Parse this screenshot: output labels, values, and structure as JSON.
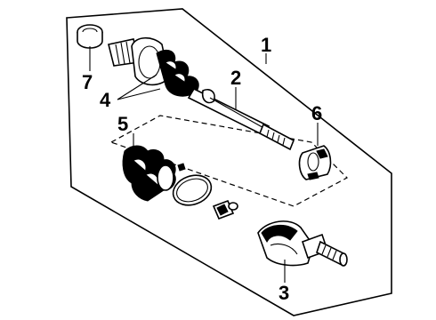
{
  "diagram": {
    "type": "exploded-parts-diagram",
    "callouts": {
      "c1": "1",
      "c2": "2",
      "c3": "3",
      "c4": "4",
      "c5": "5",
      "c6": "6",
      "c7": "7"
    }
  }
}
